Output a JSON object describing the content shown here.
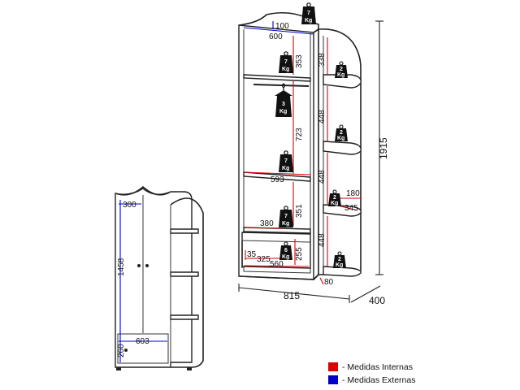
{
  "colors": {
    "internal": "#e00000",
    "external": "#0000cc",
    "line": "#222222"
  },
  "icons": {
    "weight": "weight-icon",
    "hanger": "hanger-icon",
    "handle": "handle-icon"
  },
  "legend": {
    "internal": "- Medidas Internas",
    "external": "- Medidas Externas"
  },
  "front_view": {
    "width_inner_top": "300",
    "height_doors": "1458",
    "width_bottom": "603",
    "height_drawer": "260"
  },
  "main_view": {
    "depth_top": "100",
    "width_top": "600",
    "h_top_section": "353",
    "h_hanger_section": "723",
    "w_shelf": "593",
    "h_lower_section": "351",
    "w_niche": "380",
    "h_drawer_inner": "255",
    "drawer_offset": "35",
    "drawer_w1": "325",
    "drawer_w2": "560",
    "side_h1": "338",
    "side_h2": "448",
    "side_h3": "448",
    "side_h4": "448",
    "side_w": "180",
    "side_d": "345",
    "side_foot": "80",
    "total_height": "1915",
    "total_width": "815",
    "total_depth": "400"
  },
  "weights": {
    "top": {
      "value": "7",
      "unit": "Kg"
    },
    "upper_shelf": {
      "value": "7",
      "unit": "Kg"
    },
    "hanger": {
      "value": "3",
      "unit": "Kg"
    },
    "middle_shelf": {
      "value": "7",
      "unit": "Kg"
    },
    "niche": {
      "value": "7",
      "unit": "Kg"
    },
    "drawer": {
      "value": "6",
      "unit": "Kg"
    },
    "side1": {
      "value": "2",
      "unit": "Kg"
    },
    "side2": {
      "value": "2",
      "unit": "Kg"
    },
    "side3": {
      "value": "2",
      "unit": "Kg"
    },
    "side4": {
      "value": "2",
      "unit": "Kg"
    }
  }
}
